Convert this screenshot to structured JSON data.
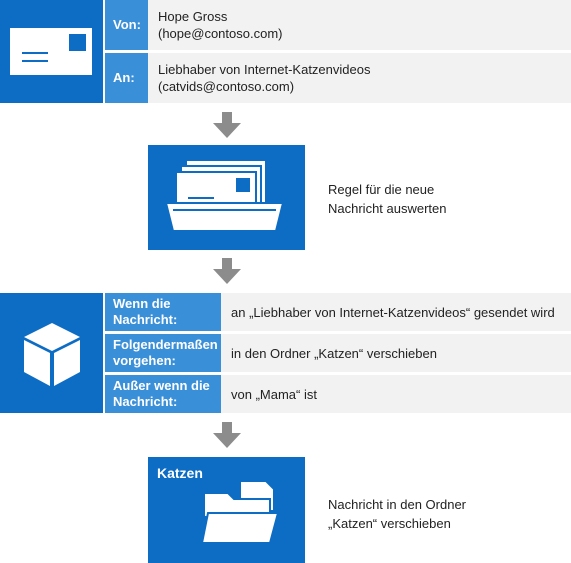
{
  "email": {
    "from_label": "Von:",
    "from_name": "Hope Gross",
    "from_address": "(hope@contoso.com)",
    "to_label": "An:",
    "to_name": "Liebhaber von Internet-Katzenvideos",
    "to_address": "(catvids@contoso.com)"
  },
  "step_evaluate": {
    "text_line1": "Regel für die neue",
    "text_line2": "Nachricht auswerten"
  },
  "rule": {
    "rows": [
      {
        "label_line1": "Wenn die",
        "label_line2": "Nachricht:",
        "value": "an „Liebhaber von Internet-Katzenvideos“ gesendet wird"
      },
      {
        "label_line1": "Folgendermaßen",
        "label_line2": "vorgehen:",
        "value": "in den Ordner „Katzen“ verschieben"
      },
      {
        "label_line1": "Außer wenn die",
        "label_line2": "Nachricht:",
        "value": "von „Mama“ ist"
      }
    ]
  },
  "folder": {
    "title": "Katzen",
    "text_line1": "Nachricht in den Ordner",
    "text_line2": "„Katzen“ verschieben"
  },
  "colors": {
    "primary_blue": "#0d6dc4",
    "label_blue": "#3a8fd9",
    "value_gray": "#f2f2f2",
    "arrow_gray": "#8c8c8c"
  },
  "icons": [
    "envelope-icon",
    "inbox-tray-icon",
    "cube-icon",
    "folder-icon",
    "down-arrow-icon"
  ]
}
